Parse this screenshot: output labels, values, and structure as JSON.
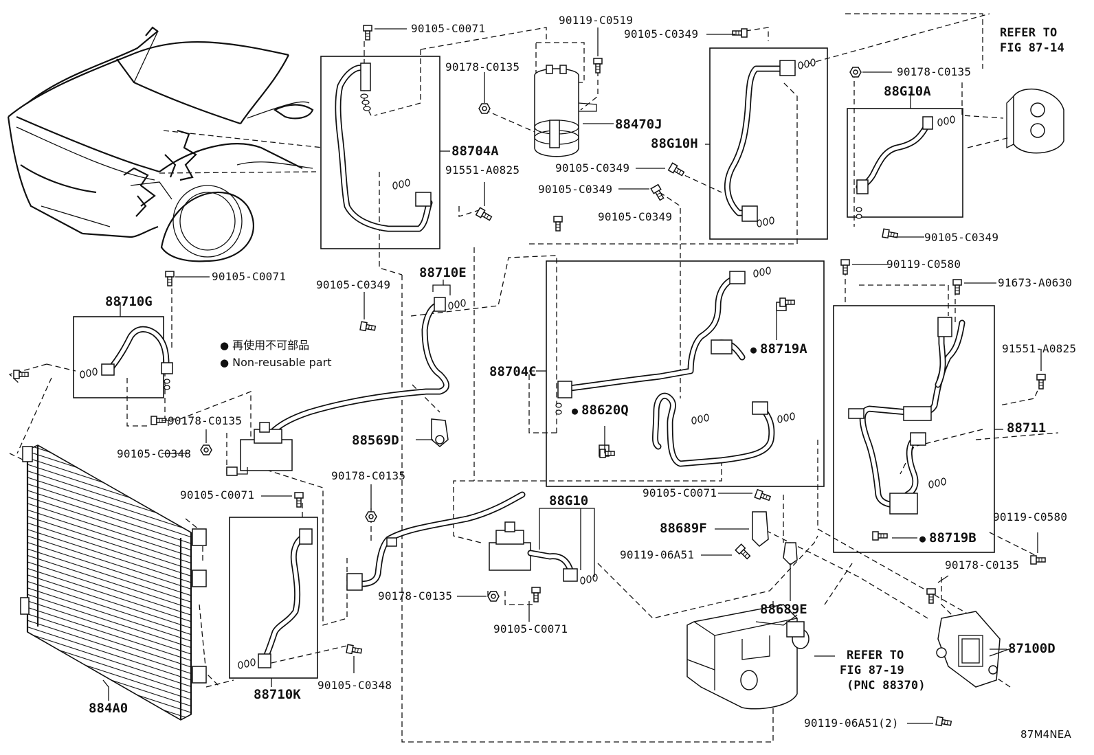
{
  "figure_code": "87M4NEA",
  "legend": {
    "line_jp": "再使用不可部品",
    "line_en": "Non-reusable part"
  },
  "references": {
    "fig_87_14": {
      "line1": "REFER TO",
      "line2": "FIG 87-14"
    },
    "fig_87_19": {
      "line1": "REFER TO",
      "line2": "FIG 87-19",
      "line3": "(PNC 88370)"
    }
  },
  "parts": {
    "p_90105_C0071_top": "90105-C0071",
    "p_90119_C0519": "90119-C0519",
    "p_90105_C0349_top": "90105-C0349",
    "p_90178_C0135_a": "90178-C0135",
    "p_88470J": "88470J",
    "p_88704A": "88704A",
    "p_91551_A0825_a": "91551-A0825",
    "p_90105_C0349_b": "90105-C0349",
    "p_90105_C0349_c": "90105-C0349",
    "p_90105_C0349_d": "90105-C0349",
    "p_88G10H": "88G10H",
    "p_90178_C0135_b": "90178-C0135",
    "p_88G10A": "88G10A",
    "p_90105_C0349_e": "90105-C0349",
    "p_90119_C0580_a": "90119-C0580",
    "p_91673_A0630": "91673-A0630",
    "p_90105_C0071_left": "90105-C0071",
    "p_88710G": "88710G",
    "p_90105_C0349_f": "90105-C0349",
    "p_88710E": "88710E",
    "p_88704C": "88704C",
    "p_88719A": "88719A",
    "p_88620Q": "88620Q",
    "p_91551_A0825_b": "91551-A0825",
    "p_88711": "88711",
    "p_90178_C0135_c": "90178-C0135",
    "p_90105_C0348_a": "90105-C0348",
    "p_88569D": "88569D",
    "p_90105_C0071_mid": "90105-C0071",
    "p_90178_C0135_d": "90178-C0135",
    "p_88G10": "88G10",
    "p_90105_C0071_right": "90105-C0071",
    "p_88689F": "88689F",
    "p_90119_06A51": "90119-06A51",
    "p_88719B": "88719B",
    "p_90119_C0580_b": "90119-C0580",
    "p_90178_C0135_e": "90178-C0135",
    "p_88689E": "88689E",
    "p_90178_C0135_f": "90178-C0135",
    "p_90105_C0071_bot": "90105-C0071",
    "p_87100D": "87100D",
    "p_90105_C0348_b": "90105-C0348",
    "p_88710K": "88710K",
    "p_884A0": "884A0",
    "p_90119_06A51_2": "90119-06A51(2)"
  }
}
